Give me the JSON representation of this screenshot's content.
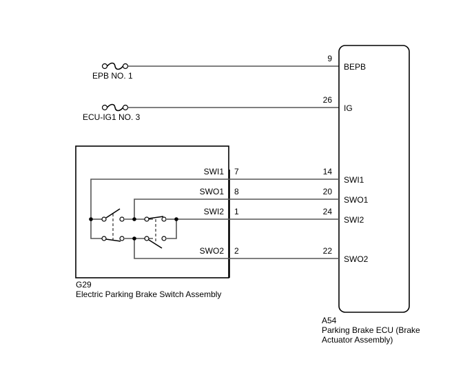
{
  "fuses": [
    {
      "label": "EPB NO. 1"
    },
    {
      "label": "ECU-IG1 NO. 3"
    }
  ],
  "switch_assembly": {
    "code": "G29",
    "name": "Electric Parking Brake Switch Assembly",
    "pins": [
      {
        "signal": "SWI1",
        "pin": "7"
      },
      {
        "signal": "SWO1",
        "pin": "8"
      },
      {
        "signal": "SWI2",
        "pin": "1"
      },
      {
        "signal": "SWO2",
        "pin": "2"
      }
    ]
  },
  "ecu": {
    "code": "A54",
    "name_line1": "Parking Brake ECU (Brake",
    "name_line2": "Actuator Assembly)",
    "pins": [
      {
        "signal": "BEPB",
        "pin": "9"
      },
      {
        "signal": "IG",
        "pin": "26"
      },
      {
        "signal": "SWI1",
        "pin": "14"
      },
      {
        "signal": "SWO1",
        "pin": "20"
      },
      {
        "signal": "SWI2",
        "pin": "24"
      },
      {
        "signal": "SWO2",
        "pin": "22"
      }
    ]
  },
  "colors": {
    "wire": "#555555",
    "outline": "#000000",
    "background": "#ffffff"
  }
}
